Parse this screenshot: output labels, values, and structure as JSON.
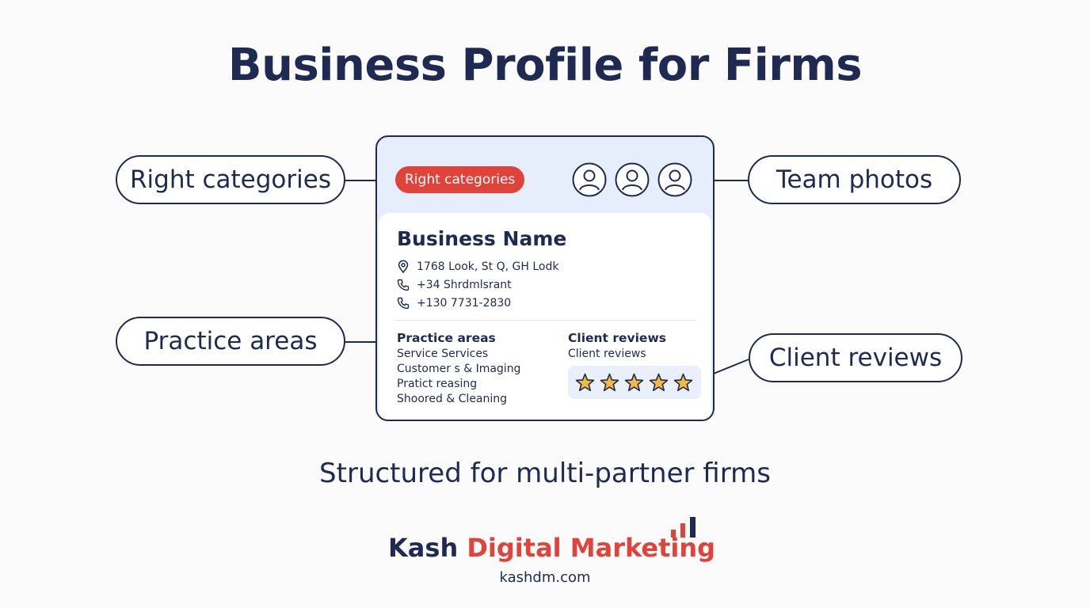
{
  "title": "Business Profile for Firms",
  "callouts": {
    "right_categories": "Right categories",
    "team_photos": "Team photos",
    "practice_areas": "Practice areas",
    "client_reviews": "Client reviews"
  },
  "card": {
    "badge": "Right categories",
    "avatar_icons": [
      "user-icon",
      "user-icon",
      "user-icon"
    ],
    "business_name": "Business Name",
    "address": "1768 Look, St Q, GH Lodk",
    "phone_1": "+34 Shrdmlsrant",
    "phone_2": "+130 7731-2830",
    "practice_areas": {
      "title": "Practice areas",
      "items": [
        "Service Services",
        "Customer s & Imaging",
        "Pratict reasing",
        "Shoored & Cleaning"
      ]
    },
    "client_reviews": {
      "title": "Client reviews",
      "subtitle": "Client reviews",
      "rating": 5,
      "rating_max": 5
    }
  },
  "subtitle": "Structured for multi-partner firms",
  "brand": {
    "name_part1": "Kash",
    "name_part2": "Digital Marketing",
    "url": "kashdm.com"
  },
  "colors": {
    "navy": "#1f2a52",
    "accent_red": "#e0433a",
    "card_header": "#e6eefc",
    "star": "#f5b942"
  }
}
